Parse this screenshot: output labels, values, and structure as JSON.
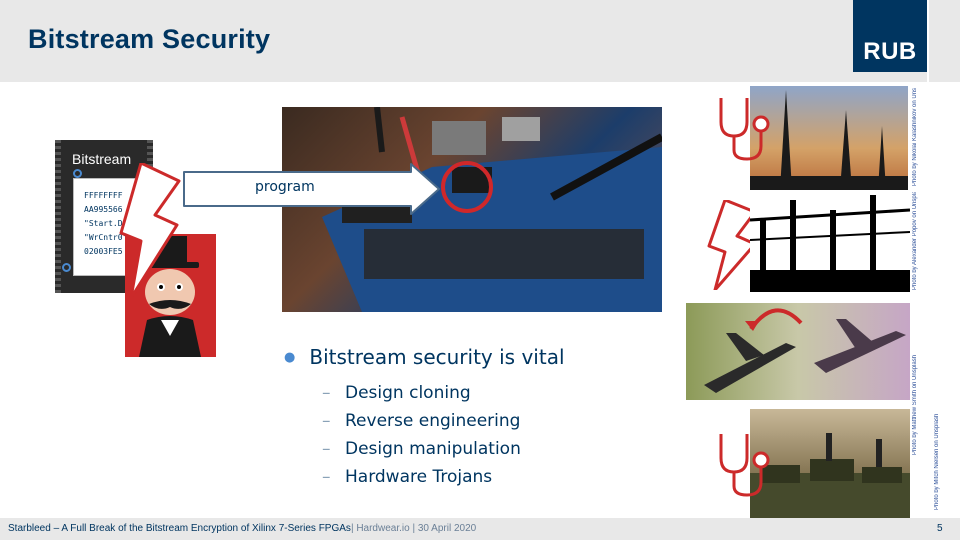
{
  "slide": {
    "title": "Bitstream Security",
    "logo": "RUB"
  },
  "chip": {
    "title": "Bitstream",
    "lines": [
      "FFFFFFFF",
      "AA995566",
      "\"Start.Dec\"",
      "\"WrCntr0\"",
      "02003FE5"
    ]
  },
  "arrow": {
    "label": "program"
  },
  "bullets": {
    "main": "Bitstream security is vital",
    "sub": [
      "Design cloning",
      "Reverse engineering",
      "Design manipulation",
      "Hardware Trojans"
    ]
  },
  "credits": [
    "Photo by Nikolai Kalashnikov on Unsplash",
    "Photo by Alexander Popov on Unsplash",
    "Photo by Matthew Smith on Unsplash",
    "Photo by Mitch Nielsen on Unsplash"
  ],
  "footer": {
    "main": "Starbleed – A Full Break of the Bitstream Encryption of Xilinx 7-Series FPGAs",
    "rest": "| Hardwear.io | 30 April 2020",
    "page": "5"
  },
  "colors": {
    "primary": "#003560",
    "accent": "#4a8ad0",
    "alert": "#cc2a2a",
    "header_bg": "#e8e8e8"
  }
}
